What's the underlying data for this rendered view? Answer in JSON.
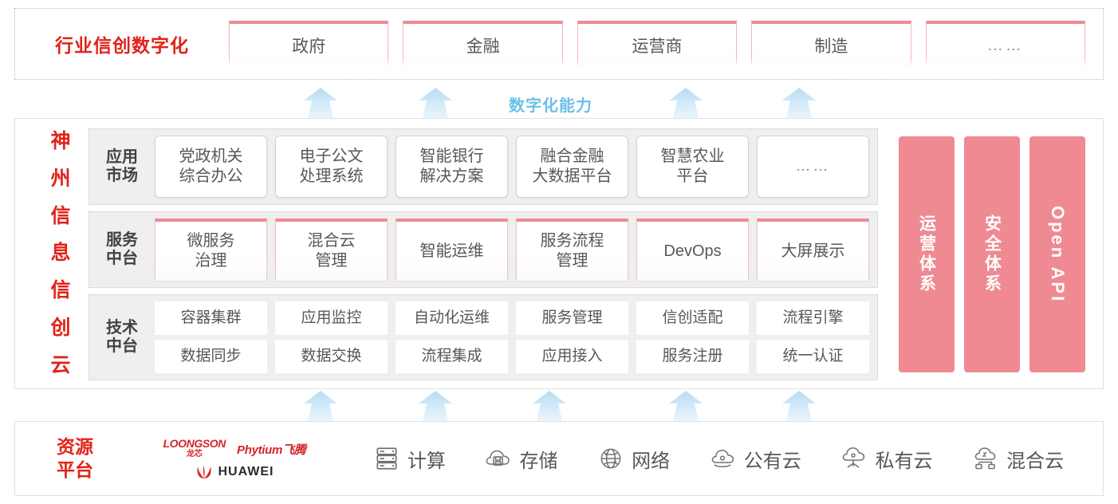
{
  "industry": {
    "title": "行业信创数字化",
    "tabs": [
      {
        "label": "政府",
        "name": "government"
      },
      {
        "label": "金融",
        "name": "finance"
      },
      {
        "label": "运营商",
        "name": "carrier"
      },
      {
        "label": "制造",
        "name": "manufacturing"
      },
      {
        "label": "……",
        "name": "more"
      }
    ]
  },
  "capability": {
    "label": "数字化能力",
    "arrow_count_top": 4,
    "arrow_count_bottom": 5,
    "arrow_color": "#b6dcf2",
    "label_color": "#6cc0e8"
  },
  "cloud": {
    "title_chars": [
      "神",
      "州",
      "信",
      "息",
      "信",
      "创",
      "云"
    ],
    "title_color": "#e2231a",
    "rows": [
      {
        "label": "应用\n市场",
        "label_line1": "应用",
        "label_line2": "市场",
        "cells": [
          "党政机关\n综合办公",
          "电子公文\n处理系统",
          "智能银行\n解决方案",
          "融合金融\n大数据平台",
          "智慧农业\n平台",
          "……"
        ],
        "cells_flat": [
          {
            "l1": "党政机关",
            "l2": "综合办公"
          },
          {
            "l1": "电子公文",
            "l2": "处理系统"
          },
          {
            "l1": "智能银行",
            "l2": "解决方案"
          },
          {
            "l1": "融合金融",
            "l2": "大数据平台"
          },
          {
            "l1": "智慧农业",
            "l2": "平台"
          },
          {
            "l1": "……",
            "l2": ""
          }
        ]
      },
      {
        "label_line1": "服务",
        "label_line2": "中台",
        "cells_flat": [
          {
            "l1": "微服务",
            "l2": "治理"
          },
          {
            "l1": "混合云",
            "l2": "管理"
          },
          {
            "l1": "智能运维",
            "l2": ""
          },
          {
            "l1": "服务流程",
            "l2": "管理"
          },
          {
            "l1": "DevOps",
            "l2": ""
          },
          {
            "l1": "大屏展示",
            "l2": ""
          }
        ]
      },
      {
        "label_line1": "技术",
        "label_line2": "中台",
        "line1": [
          "容器集群",
          "应用监控",
          "自动化运维",
          "服务管理",
          "信创适配",
          "流程引擎"
        ],
        "line2": [
          "数据同步",
          "数据交换",
          "流程集成",
          "应用接入",
          "服务注册",
          "统一认证"
        ]
      }
    ],
    "pillars": [
      {
        "text": "运营体系",
        "type": "cjk"
      },
      {
        "text": "安全体系",
        "type": "cjk"
      },
      {
        "text": "Open API",
        "type": "latin"
      }
    ],
    "pillar_color": "#ef8a92"
  },
  "resource": {
    "title_line1": "资源",
    "title_line2": "平台",
    "title_color": "#e2231a",
    "vendors": [
      {
        "name": "loongson",
        "en": "LOONGSON",
        "cn": "龙芯",
        "color": "#d6232b"
      },
      {
        "name": "phytium",
        "label": "Phytium飞腾",
        "color": "#d6232b"
      },
      {
        "name": "huawei",
        "label": "HUAWEI",
        "color": "#2b2b2b"
      }
    ],
    "items": [
      {
        "label": "计算",
        "icon": "server-icon"
      },
      {
        "label": "存储",
        "icon": "cloud-storage-icon"
      },
      {
        "label": "网络",
        "icon": "network-globe-icon"
      },
      {
        "label": "公有云",
        "icon": "public-cloud-icon"
      },
      {
        "label": "私有云",
        "icon": "private-cloud-icon"
      },
      {
        "label": "混合云",
        "icon": "hybrid-cloud-icon"
      }
    ]
  }
}
